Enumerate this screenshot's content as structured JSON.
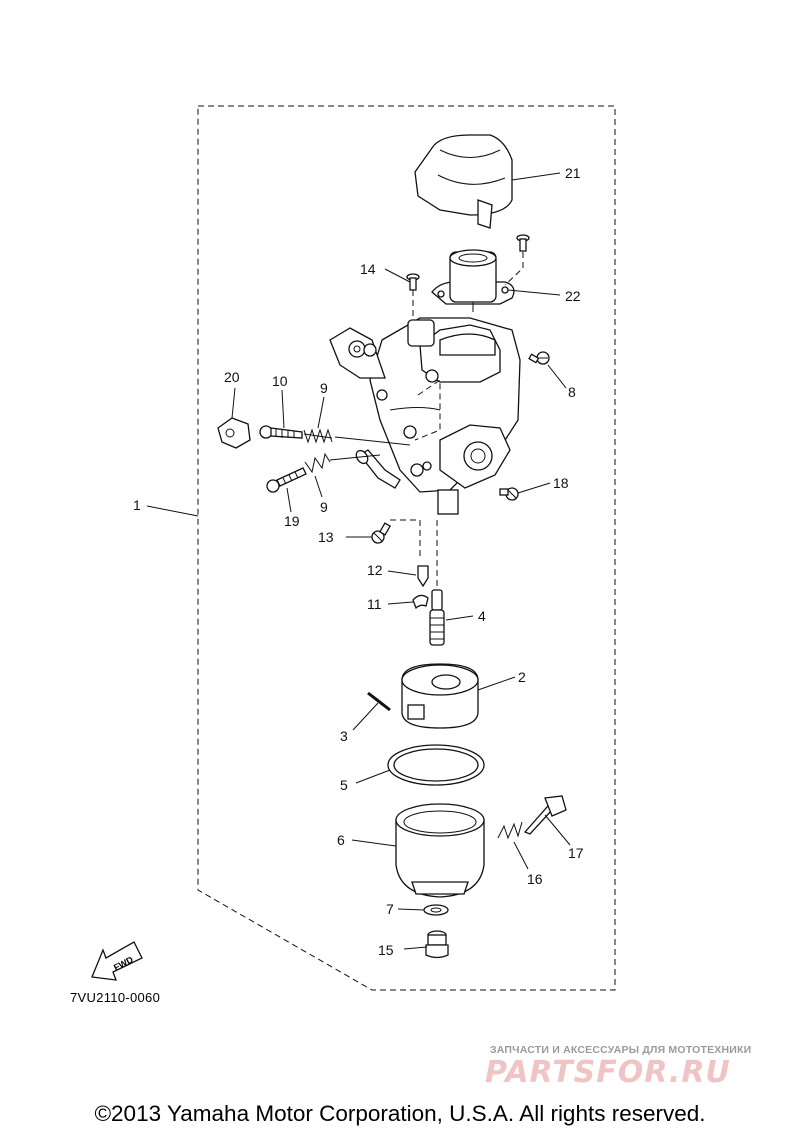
{
  "diagram_code": "7VU2110-0060",
  "fwd_label": "FWD",
  "copyright": "©2013 Yamaha Motor Corporation, U.S.A. All rights reserved.",
  "watermark": {
    "tagline": "ЗАПЧАСТИ И АКСЕССУАРЫ ДЛЯ МОТОТЕХНИКИ",
    "logo": "PARTSFOR.RU"
  },
  "callouts": {
    "p1": "1",
    "p2": "2",
    "p3": "3",
    "p4": "4",
    "p5": "5",
    "p6": "6",
    "p7": "7",
    "p8": "8",
    "p9a": "9",
    "p9b": "9",
    "p10": "10",
    "p11": "11",
    "p12": "12",
    "p13": "13",
    "p14": "14",
    "p15": "15",
    "p16": "16",
    "p17": "17",
    "p18": "18",
    "p19": "19",
    "p20": "20",
    "p21": "21",
    "p22": "22"
  }
}
